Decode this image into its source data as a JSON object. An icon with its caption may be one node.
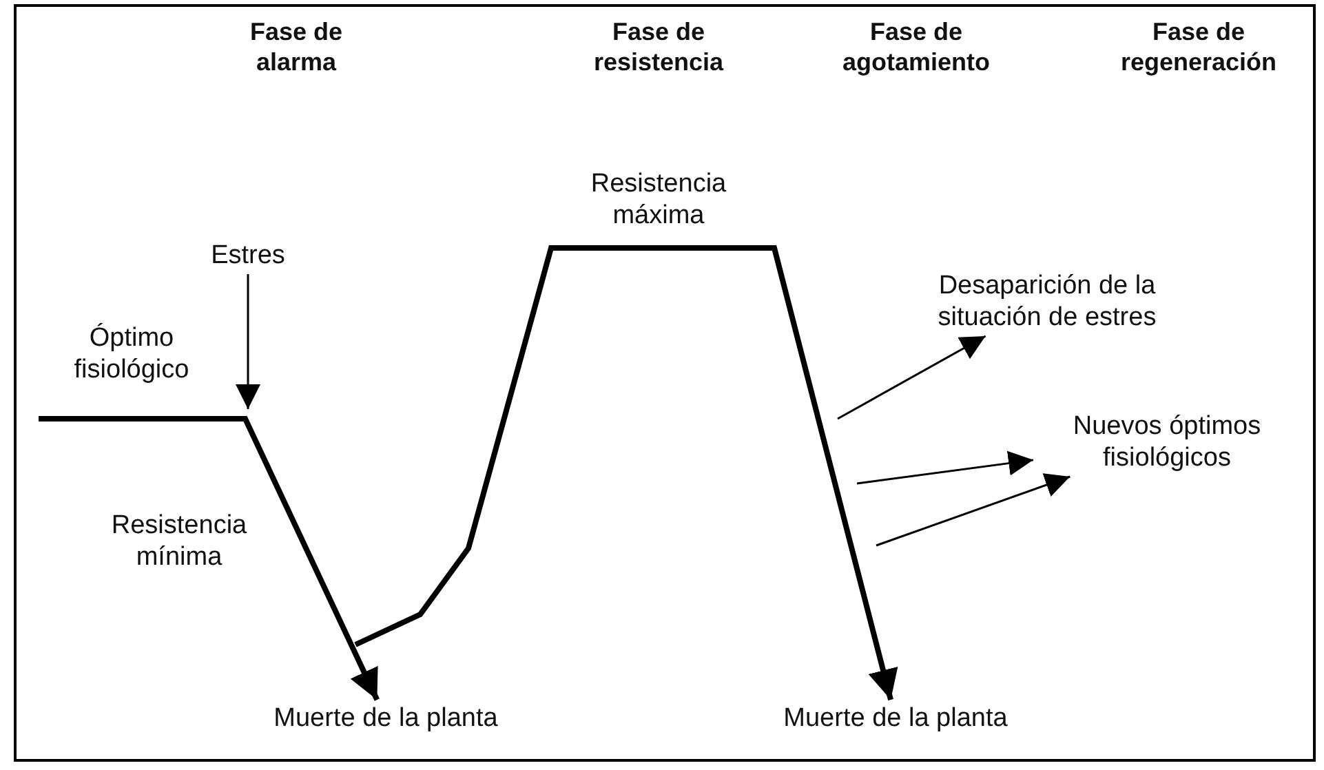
{
  "diagram": {
    "nodes": [
      {
        "text": [
          "Estres"
        ]
      },
      {
        "text": [
          "Muerte de la planta"
        ]
      },
      {
        "text": [
          "Desaparición de la situación de estres"
        ]
      },
      {
        "text": [
          "Nuevos óptimos fisiológicos"
        ]
      },
      {
        "text": [
          "Muerte de la planta"
        ]
      }
    ],
    "edges": [
      {
        "from": 0,
        "to": null,
        "arrow": "to"
      },
      {
        "from": null,
        "to": 1,
        "arrow": "to",
        "style": "thick"
      },
      {
        "from": null,
        "to": 4,
        "arrow": "to",
        "style": "thick"
      },
      {
        "from": null,
        "to": 2,
        "arrow": "to"
      },
      {
        "from": null,
        "to": 3,
        "arrow": "to"
      },
      {
        "from": null,
        "to": 3,
        "arrow": "to"
      }
    ],
    "labels": [
      "Fase de alarma",
      "Fase de resistencia",
      "Fase de agotamiento",
      "Fase de regeneración",
      "Óptimo fisiológico",
      "Resistencia mínima",
      "Resistencia máxima"
    ]
  }
}
